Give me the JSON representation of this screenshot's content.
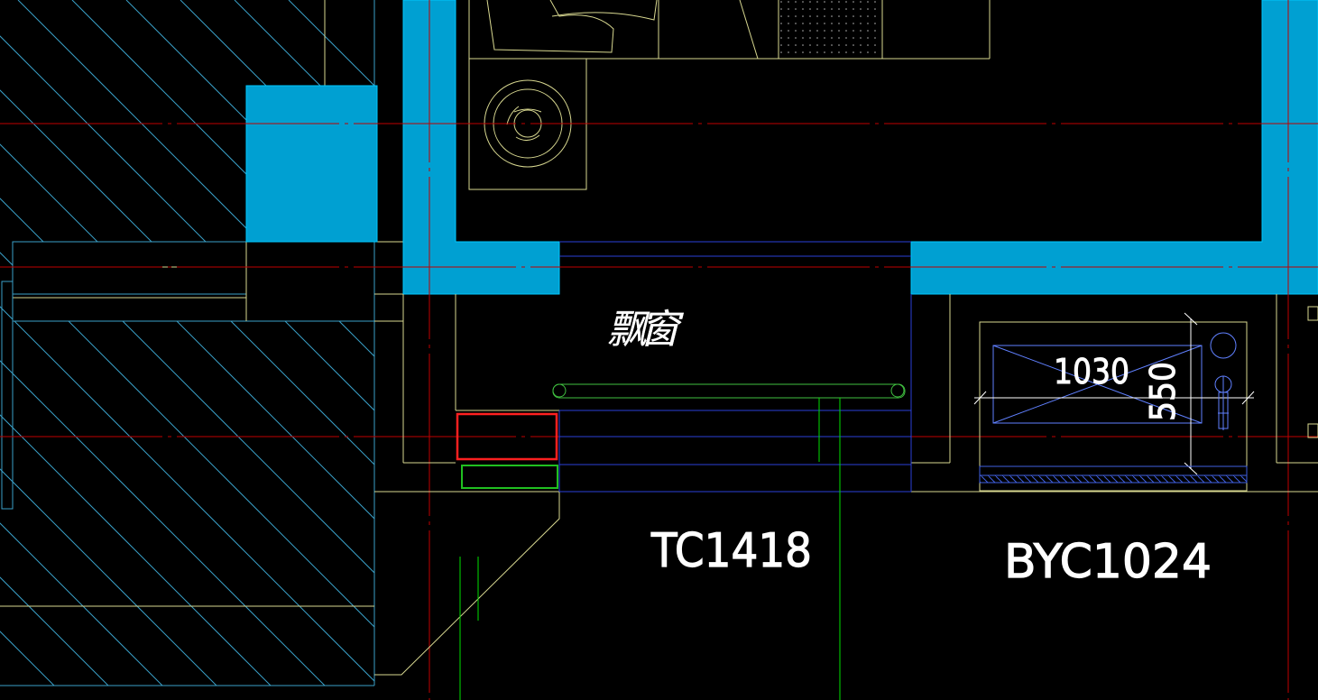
{
  "drawing": {
    "labels": {
      "bay_window": "飘窗",
      "window_tc": "TC1418",
      "window_byc": "BYC1024",
      "dim_width": "1030",
      "dim_height": "550"
    },
    "colors": {
      "background": "#000000",
      "wall_fill": "#00a0d2",
      "wall_outline": "#00c8ff",
      "hatch": "#3aa0c8",
      "yellow_line": "#d8d890",
      "blue_line": "#2a40d8",
      "axis_red": "#c00000",
      "green_line": "#00e000",
      "selection_red": "#ff2020",
      "selection_green": "#20c020",
      "text": "#ffffff"
    }
  }
}
